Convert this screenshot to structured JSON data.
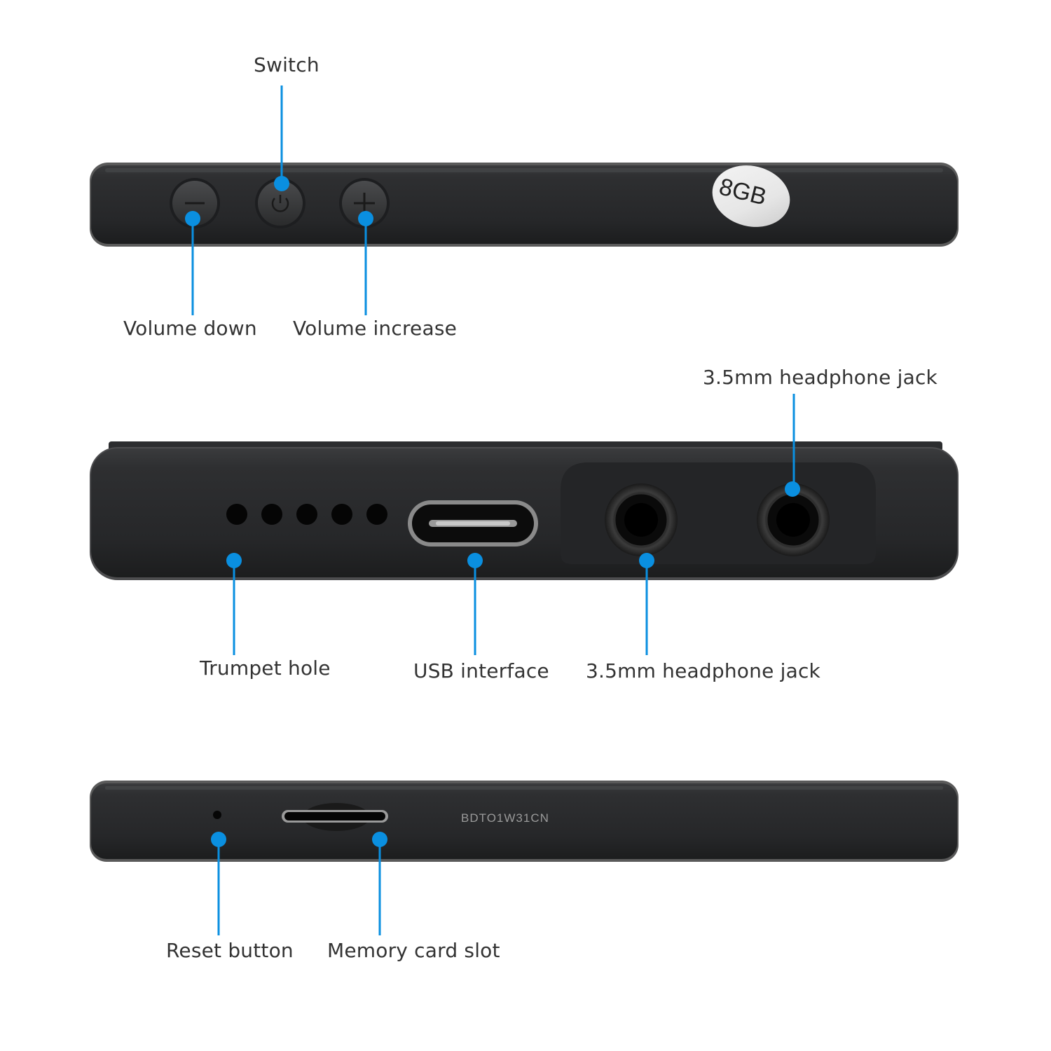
{
  "colors": {
    "accent": "#0a8fe0",
    "device_body": "#2a2b2d",
    "label_text": "#333333"
  },
  "device_views": {
    "top": {
      "icons": [
        "minus-icon",
        "power-icon",
        "plus-icon"
      ],
      "sticker": "8GB",
      "labels": {
        "switch": "Switch",
        "volume_down": "Volume down",
        "volume_increase": "Volume increase"
      }
    },
    "bottom": {
      "labels": {
        "headphone_top": "3.5mm headphone jack",
        "trumpet_hole": "Trumpet hole",
        "usb_interface": "USB interface",
        "headphone_bottom": "3.5mm headphone jack"
      }
    },
    "side": {
      "serial": "BDTO1W31CN",
      "labels": {
        "reset_button": "Reset button",
        "memory_card_slot": "Memory card slot"
      }
    }
  }
}
